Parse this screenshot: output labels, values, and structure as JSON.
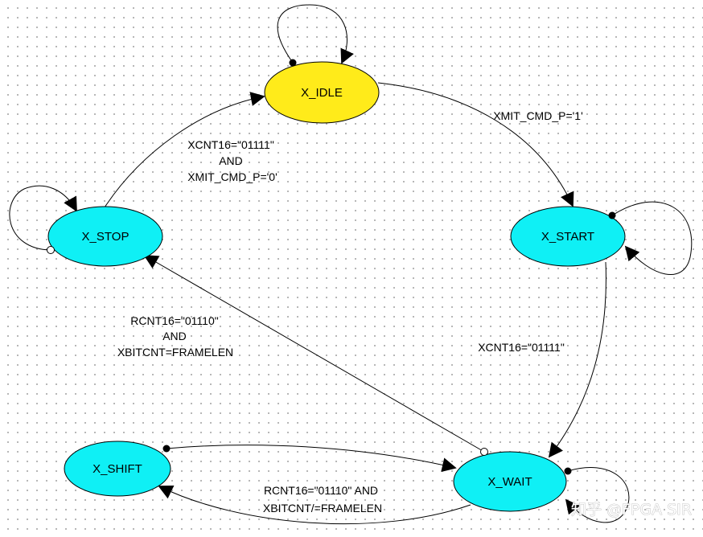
{
  "colors": {
    "idle": "#ffeb1a",
    "state": "#0ff0f5",
    "line": "#000000"
  },
  "states": {
    "idle": {
      "name": "X_IDLE"
    },
    "start": {
      "name": "X_START"
    },
    "wait": {
      "name": "X_WAIT"
    },
    "shift": {
      "name": "X_SHIFT"
    },
    "stop": {
      "name": "X_STOP"
    }
  },
  "transitions": {
    "idle_to_start": {
      "label": "XMIT_CMD_P='1'"
    },
    "start_to_wait": {
      "label": "XCNT16=\"01111\""
    },
    "stop_to_idle": {
      "line1": "XCNT16=\"01111\"",
      "line2": "AND",
      "line3": "XMIT_CMD_P='0'"
    },
    "wait_to_stop": {
      "line1": "RCNT16=\"01110\"",
      "line2": "AND",
      "line3": "XBITCNT=FRAMELEN"
    },
    "wait_to_shift": {
      "line1": "RCNT16=\"01110\" AND",
      "line2": "XBITCNT/=FRAMELEN"
    }
  },
  "watermark": "知乎 @FPGA SIR"
}
